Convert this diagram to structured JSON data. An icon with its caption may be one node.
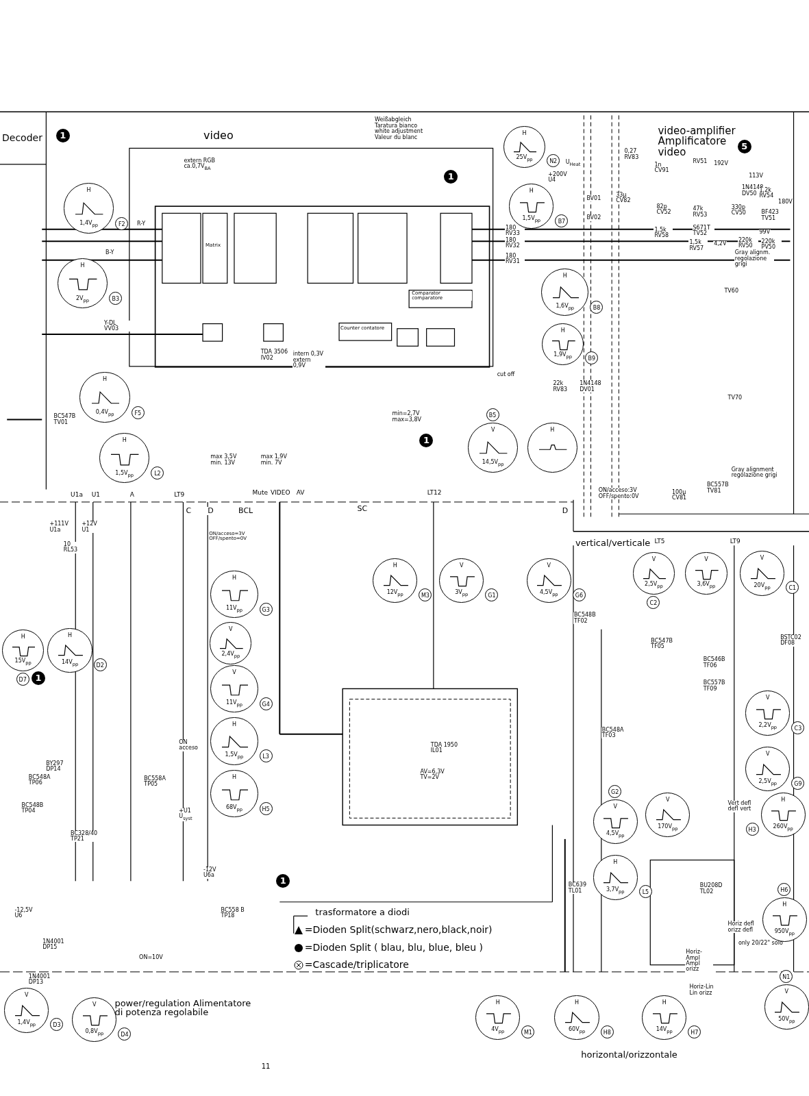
{
  "diagram": {
    "nodes": [
      {
        "text": [
          "H",
          "1,4V$_{pp}$"
        ],
        "beside": [
          "F2"
        ]
      },
      {
        "text": [
          "H",
          "2V$_{pp}$"
        ],
        "beside": [
          "B3"
        ]
      },
      {
        "text": [
          "H",
          "0,4V$_{pp}$"
        ],
        "beside": [
          "F5"
        ]
      },
      {
        "text": [
          "H",
          "1,5V$_{pp}$"
        ],
        "beside": [
          "L2"
        ]
      },
      {
        "text": [
          "H",
          "25V$_{pp}$"
        ],
        "beside": [
          "N2"
        ]
      },
      {
        "text": [
          "H",
          "1,5V$_{pp}$"
        ],
        "beside": [
          "B7"
        ]
      },
      {
        "text": [
          "H",
          "1,6V$_{pp}$"
        ],
        "beside": [
          "B8"
        ]
      },
      {
        "text": [
          "H",
          "1,9V$_{pp}$"
        ],
        "beside": [
          "B9"
        ]
      },
      {
        "text": [
          "V",
          "14,5V$_{pp}$"
        ],
        "beside": [
          "B5"
        ]
      },
      {
        "text": [
          "H"
        ]
      },
      {
        "text": [
          "H",
          "12V$_{pp}$"
        ],
        "beside": [
          "M3"
        ]
      },
      {
        "text": [
          "V",
          "3V$_{pp}$"
        ],
        "beside": [
          "G1"
        ]
      },
      {
        "text": [
          "V",
          "4,5V$_{pp}$"
        ],
        "beside": [
          "G6"
        ]
      },
      {
        "text": [
          "H",
          "11V$_{pp}$"
        ],
        "beside": [
          "G3"
        ]
      },
      {
        "text": [
          "V",
          "2,4V$_{pp}$"
        ]
      },
      {
        "text": [
          "V",
          "11V$_{pp}$"
        ],
        "beside": [
          "G4"
        ]
      },
      {
        "text": [
          "H",
          "1,5V$_{pp}$"
        ],
        "beside": [
          "L3"
        ]
      },
      {
        "text": [
          "H",
          "68V$_{pp}$"
        ],
        "beside": [
          "H5"
        ]
      },
      {
        "text": [
          "H",
          "14V$_{pp}$"
        ],
        "beside": [
          "D2"
        ]
      },
      {
        "text": [
          "H",
          "15V$_{pp}$"
        ],
        "beside": [
          "D7"
        ]
      },
      {
        "text": [
          "V",
          "2,5V$_{pp}$"
        ],
        "beside": [
          "C2"
        ]
      },
      {
        "text": [
          "V",
          "3,6V$_{pp}$"
        ]
      },
      {
        "text": [
          "V",
          "20V$_{pp}$"
        ],
        "beside": [
          "C1"
        ]
      },
      {
        "text": [
          "V",
          "2,2V$_{pp}$"
        ],
        "beside": [
          "C3"
        ]
      },
      {
        "text": [
          "V",
          "2,5V$_{pp}$"
        ],
        "beside": [
          "G9"
        ]
      },
      {
        "text": [
          "V",
          "4,5V$_{pp}$"
        ],
        "beside": [
          "G2"
        ]
      },
      {
        "text": [
          "V",
          "170V$_{pp}$"
        ]
      },
      {
        "text": [
          "H",
          "260V$_{pp}$"
        ],
        "beside": [
          "H3"
        ]
      },
      {
        "text": [
          "H",
          "3,7V$_{pp}$"
        ],
        "beside": [
          "L5"
        ]
      },
      {
        "text": [
          "H",
          "950V$_{pp}$"
        ],
        "beside": [
          "H6"
        ]
      },
      {
        "text": [
          "V",
          "50V$_{pp}$"
        ],
        "beside": [
          "N1"
        ]
      },
      {
        "text": [
          "H",
          "4V$_{pp}$"
        ],
        "beside": [
          "M1"
        ]
      },
      {
        "text": [
          "H",
          "60V$_{pp}$"
        ],
        "beside": [
          "H8"
        ]
      },
      {
        "text": [
          "H",
          "14V$_{pp}$"
        ],
        "beside": [
          "H7"
        ]
      },
      {
        "text": [
          "V",
          "1,4V$_{pp}$"
        ],
        "beside": [
          "D3"
        ]
      },
      {
        "text": [
          "V",
          "0,8V$_{pp}$"
        ],
        "beside": [
          "D4"
        ]
      }
    ],
    "labels": [
      "Decoder",
      "video",
      "extern RGB ca.0,7V$_{BA}$",
      "Weißabgleich Taratura bianco white adjustment Valeur du blanc",
      "video-amplifier Amplificatore video",
      "5",
      "1",
      "1",
      "1",
      "1",
      "1",
      "R-Y",
      "B-Y",
      "Y-DL VV03",
      "Matrix",
      "TDA 3506 IV02",
      "intern 0,3V extern 0,9V",
      "Comparator comparatore",
      "Counter contatore",
      "180 RV33",
      "180 RV32",
      "180 RV31",
      "cut off",
      "22k RV83",
      "1N4148 DV01",
      "BV01",
      "BV02",
      "U$_{Heat}$",
      "+200V U4",
      "0,27 RV83",
      "1n CV91",
      "33µ CV82",
      "RV51",
      "192V",
      "113V",
      "1N4148 DV50",
      "1,2k RV54",
      "180V",
      "82p CV52",
      "47k RV53",
      "1,5k RV58",
      "S671T TV52",
      "1,5k RV57",
      "4,2V",
      "330p CV50",
      "BF423 TV51",
      "99V",
      "220k RV50",
      "220k PV50",
      "Gray alignm. regolazione grigi",
      "TV60",
      "TV70",
      "BC557B TV81",
      "ON/acceso:3V OFF/spento:0V",
      "100µ CV81",
      "Gray alignment regolazione grigi",
      "U1a",
      "U1",
      "A",
      "LT9",
      "C",
      "D",
      "BCL",
      "Mute",
      "VIDEO",
      "AV",
      "SC",
      "LT12",
      "D",
      "ON/acceso=3V OFF/spento=0V",
      "+111V U1a",
      "+12V U1",
      "10 RL53",
      "vertical/verticale",
      "LT5",
      "LT9",
      "TDA 1950 IL01",
      "AV=6,3V TV=2V",
      "BC548B TF02",
      "BC547B TF05",
      "BC546B TF06",
      "BC557B TF09",
      "BC548A TF03",
      "BSTC02 DF08",
      "Vert defl defl vert",
      "BU208D TL02",
      "Horiz defl orizz defl",
      "only 20/22\" solo",
      "Horiz-Ampl Ampl orizz",
      "Horiz-Lin Lin orizz",
      "BC639 TL01",
      "horizontal/orizzontale",
      "power/regulation Alimentatore di potenza regolabile",
      "trasformatore a diodi",
      "11",
      "BC548A TP06",
      "BC558A TP05",
      "BC548B TP04",
      "BC328/40 TP21",
      "BC558 B TP18",
      "BY297 DP14",
      "1N4001 DP13",
      "1N4001 DP15",
      "-12V U6a",
      "-12,5V U6",
      "ON acceso",
      "ON=10V",
      "+U1 U$_{syst}$",
      "BC547B TV01",
      "min=2,7V max=3,8V",
      "max 3,5V min. 13V",
      "max 1,9V min. 7V"
    ],
    "legend": [
      {
        "text": "=Dioden Split(schwarz,nero,black,noir)"
      },
      {
        "text": "=Dioden Split ( blau, blu, blue, bleu )"
      },
      {
        "text": "=Cascade/triplicatore"
      }
    ]
  }
}
